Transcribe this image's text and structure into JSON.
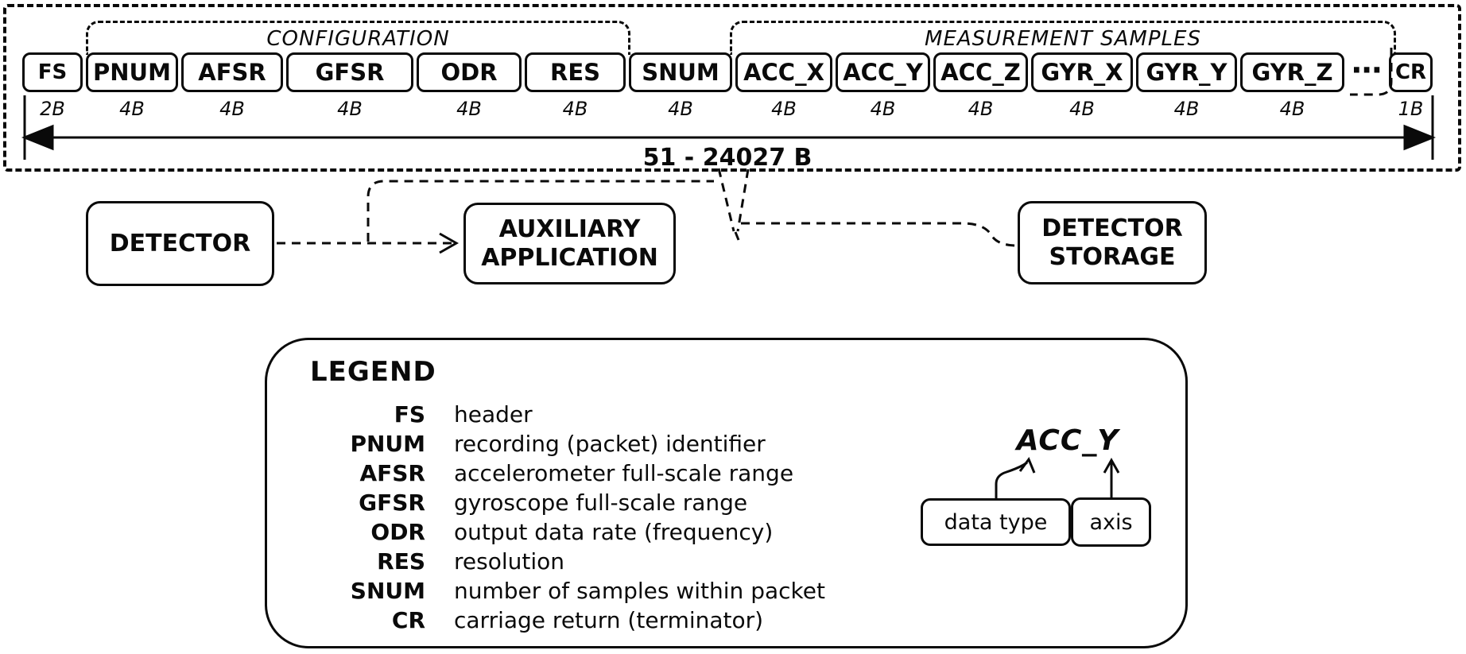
{
  "packet": {
    "groups": {
      "configuration": "CONFIGURATION",
      "measurement_samples": "MEASUREMENT SAMPLES"
    },
    "fields": [
      {
        "label": "FS",
        "bytes": "2B"
      },
      {
        "label": "PNUM",
        "bytes": "4B"
      },
      {
        "label": "AFSR",
        "bytes": "4B"
      },
      {
        "label": "GFSR",
        "bytes": "4B"
      },
      {
        "label": "ODR",
        "bytes": "4B"
      },
      {
        "label": "RES",
        "bytes": "4B"
      },
      {
        "label": "SNUM",
        "bytes": "4B"
      },
      {
        "label": "ACC_X",
        "bytes": "4B"
      },
      {
        "label": "ACC_Y",
        "bytes": "4B"
      },
      {
        "label": "ACC_Z",
        "bytes": "4B"
      },
      {
        "label": "GYR_X",
        "bytes": "4B"
      },
      {
        "label": "GYR_Y",
        "bytes": "4B"
      },
      {
        "label": "GYR_Z",
        "bytes": "4B"
      },
      {
        "label": "⋯",
        "bytes": "",
        "ellipsis": true
      },
      {
        "label": "CR",
        "bytes": "1B"
      }
    ],
    "size_label": "51 - 24027 B"
  },
  "nodes": {
    "detector": "DETECTOR",
    "auxiliary_application": "AUXILIARY\nAPPLICATION",
    "detector_storage": "DETECTOR\nSTORAGE"
  },
  "legend": {
    "title": "LEGEND",
    "entries": [
      {
        "term": "FS",
        "desc": "header"
      },
      {
        "term": "PNUM",
        "desc": "recording (packet) identifier"
      },
      {
        "term": "AFSR",
        "desc": "accelerometer full-scale range"
      },
      {
        "term": "GFSR",
        "desc": "gyroscope full-scale range"
      },
      {
        "term": "ODR",
        "desc": "output data rate (frequency)"
      },
      {
        "term": "RES",
        "desc": "resolution"
      },
      {
        "term": "SNUM",
        "desc": "number of samples within packet"
      },
      {
        "term": "CR",
        "desc": "carriage return (terminator)"
      }
    ],
    "annotation": {
      "example": "ACC_Y",
      "data_type_label": "data type",
      "axis_label": "axis"
    }
  },
  "colors": {
    "ink": "#0a0a0a",
    "background": "#ffffff"
  }
}
